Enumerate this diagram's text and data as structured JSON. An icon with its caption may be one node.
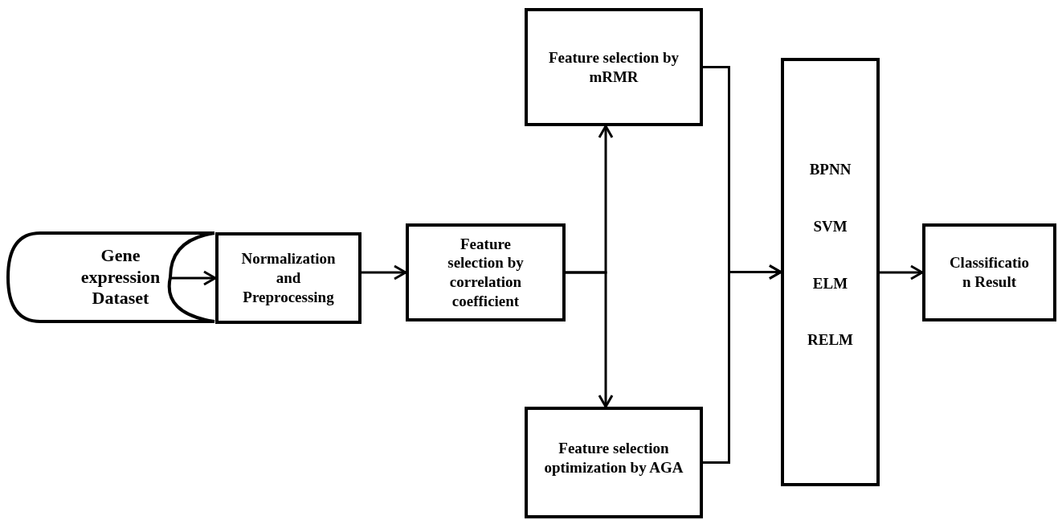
{
  "diagram": {
    "nodes": [
      {
        "text": [
          "Gene expression Dataset"
        ]
      },
      {
        "text": [
          "Normalization and Preprocessing"
        ]
      },
      {
        "text": [
          "Feature selection by correlation coefficient"
        ]
      },
      {
        "text": [
          "Feature selection by mRMR"
        ]
      },
      {
        "text": [
          "Feature selection optimization by AGA"
        ]
      },
      {
        "text": [
          "BPNN",
          "SVM",
          "ELM",
          "RELM"
        ]
      },
      {
        "text": [
          "Classificatio n Result"
        ]
      }
    ],
    "edges": [
      {
        "from": 0,
        "to": 1,
        "arrow": "to"
      },
      {
        "from": 1,
        "to": 2,
        "arrow": "to"
      },
      {
        "from": 2,
        "to": 3,
        "arrow": "to"
      },
      {
        "from": 2,
        "to": 4,
        "arrow": "to"
      },
      {
        "from": 3,
        "to": 5,
        "arrow": "to"
      },
      {
        "from": 4,
        "to": 5,
        "arrow": "to"
      },
      {
        "from": 5,
        "to": 6,
        "arrow": "to"
      }
    ]
  }
}
